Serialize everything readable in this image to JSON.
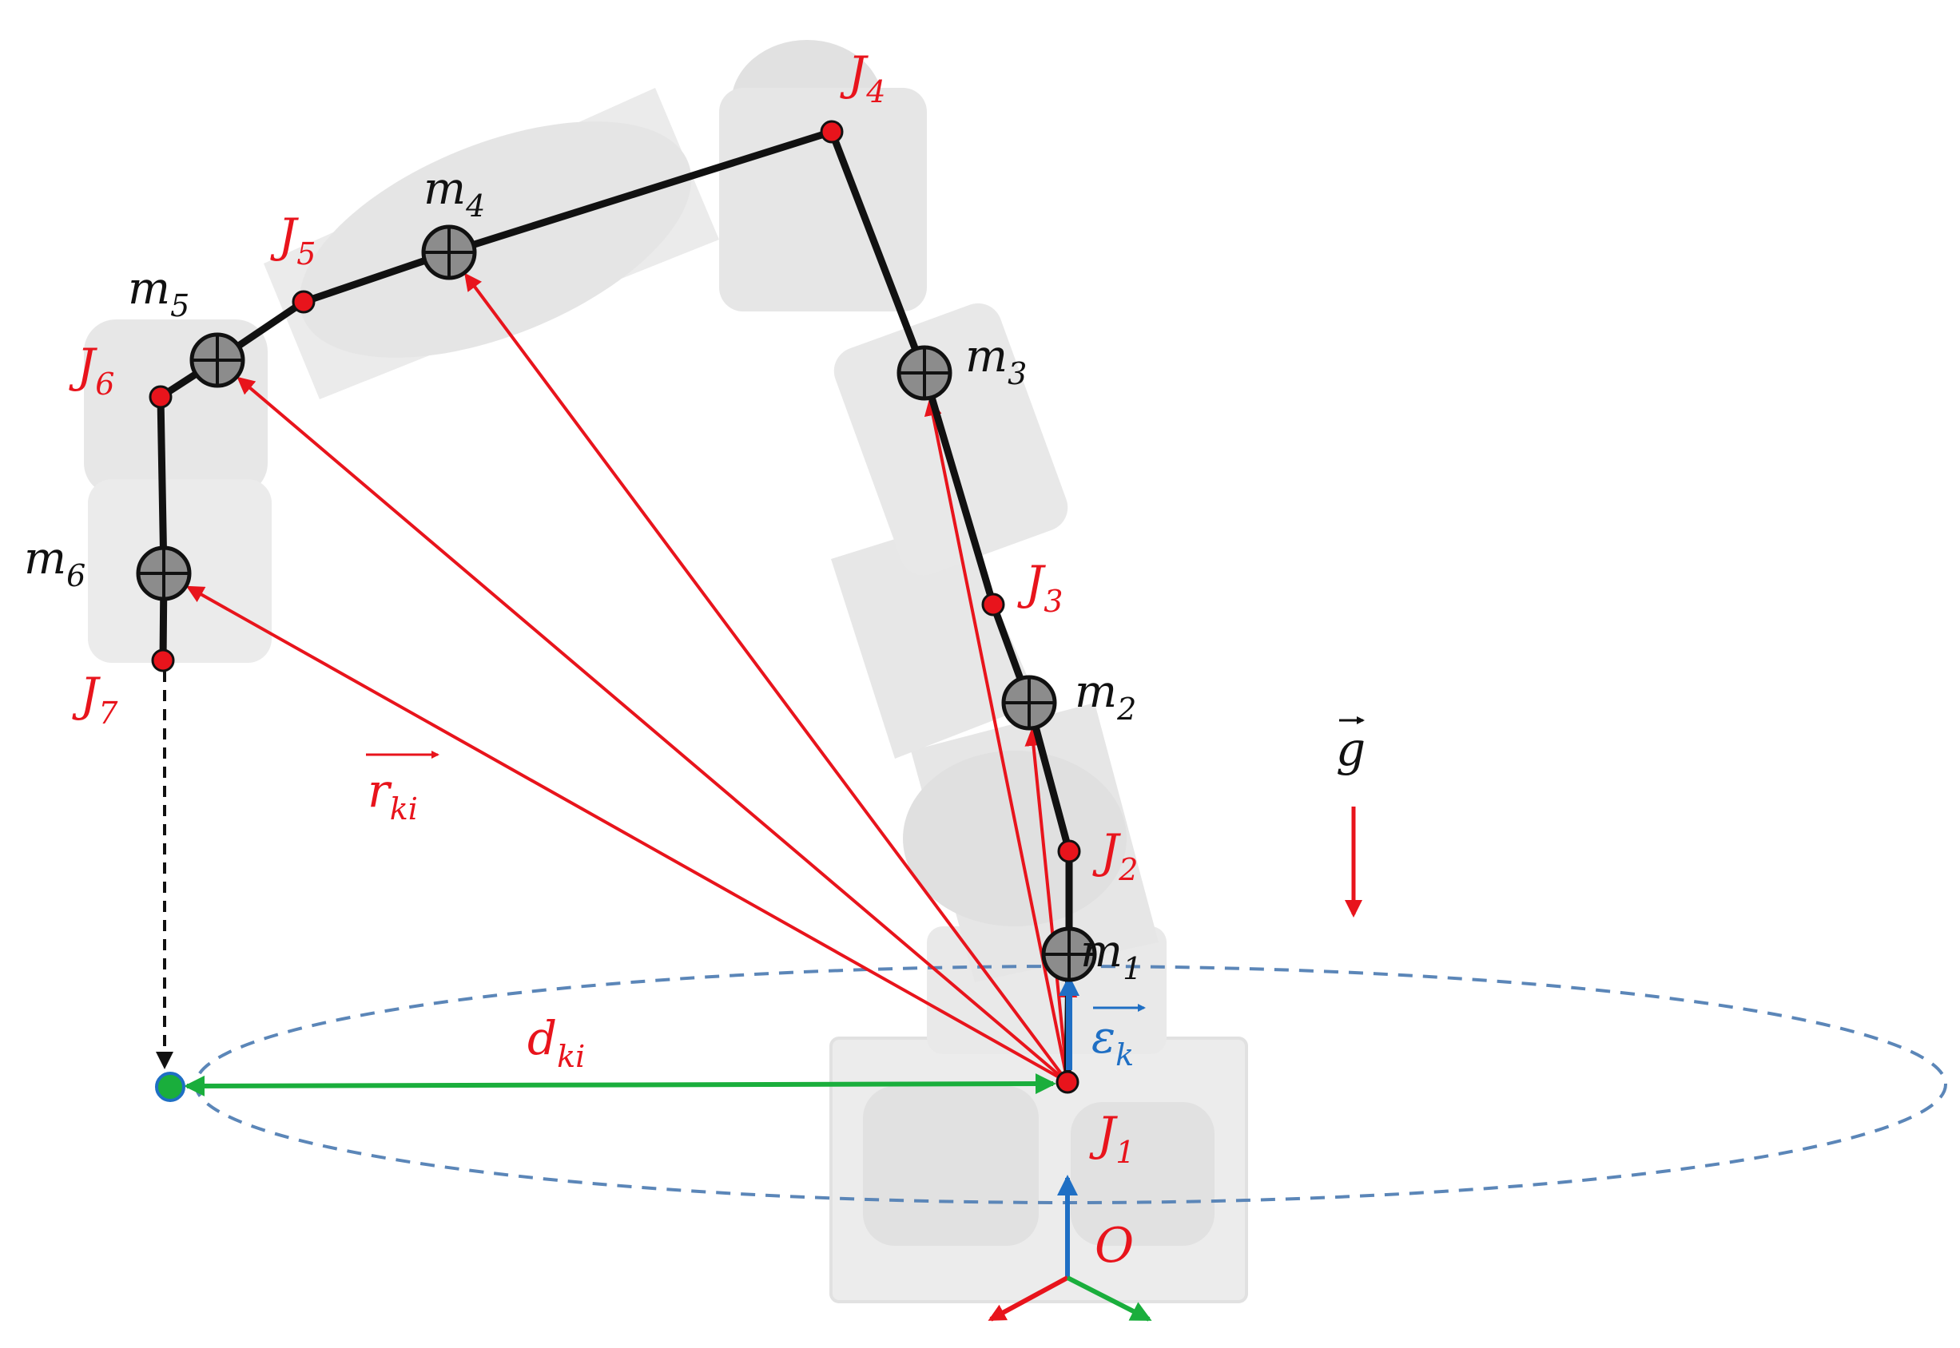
{
  "colors": {
    "link": "#111111",
    "joint": "#e8141c",
    "position_vector": "#e8141c",
    "distance_vector": "#1aae3c",
    "axis_vector": "#1f6fc4",
    "rotation_circle": "#5b86b8",
    "mass_marker": "#8c8c8c",
    "robot_photo": "#e4e4e4"
  },
  "icons": {
    "mass": "circled-plus-icon",
    "joint": "red-dot-icon",
    "projection_point": "green-dot-icon"
  },
  "joints": [
    {
      "id": "J1",
      "sym": "J",
      "sub": "1"
    },
    {
      "id": "J2",
      "sym": "J",
      "sub": "2"
    },
    {
      "id": "J3",
      "sym": "J",
      "sub": "3"
    },
    {
      "id": "J4",
      "sym": "J",
      "sub": "4"
    },
    {
      "id": "J5",
      "sym": "J",
      "sub": "5"
    },
    {
      "id": "J6",
      "sym": "J",
      "sub": "6"
    },
    {
      "id": "J7",
      "sym": "J",
      "sub": "7"
    }
  ],
  "masses": [
    {
      "id": "m1",
      "sym": "m",
      "sub": "1"
    },
    {
      "id": "m2",
      "sym": "m",
      "sub": "2"
    },
    {
      "id": "m3",
      "sym": "m",
      "sub": "3"
    },
    {
      "id": "m4",
      "sym": "m",
      "sub": "4"
    },
    {
      "id": "m5",
      "sym": "m",
      "sub": "5"
    },
    {
      "id": "m6",
      "sym": "m",
      "sub": "6"
    }
  ],
  "vectors": {
    "r_ki": {
      "sym": "r",
      "sub": "ki"
    },
    "d_ki": {
      "sym": "d",
      "sub": "ki"
    },
    "epsilon_k": {
      "sym": "ε",
      "sub": "k"
    },
    "gravity": {
      "sym": "g"
    }
  },
  "origin": {
    "label": "O"
  }
}
